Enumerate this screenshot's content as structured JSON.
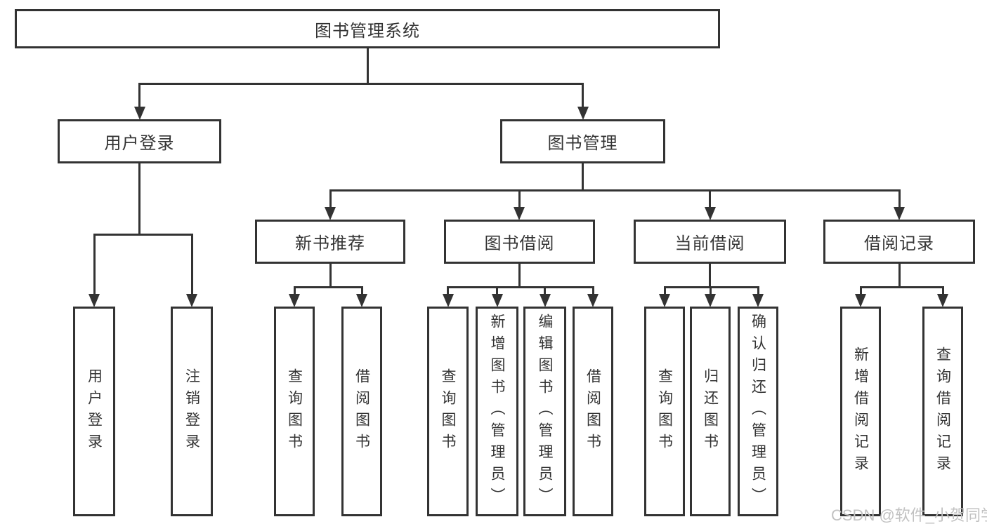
{
  "title": {
    "label": "图书管理系统"
  },
  "nodes": {
    "user_login": "用户登录",
    "book_mgmt": "图书管理",
    "new_book_rec": "新书推荐",
    "book_borrow": "图书借阅",
    "current_borrow": "当前借阅",
    "borrow_records": "借阅记录"
  },
  "leaves": [
    "用户登录",
    "注销登录",
    "查询图书",
    "借阅图书",
    "查询图书",
    "新增图书（管理员）",
    "编辑图书（管理员）",
    "借阅图书",
    "查询图书",
    "归还图书",
    "确认归还（管理员）",
    "新增借阅记录",
    "查询借阅记录"
  ],
  "watermark": "CSDN @软件_小贺同学",
  "colors": {
    "line": "#333333",
    "text": "#333333",
    "background": "#ffffff",
    "watermark": "#c2c2c2"
  }
}
